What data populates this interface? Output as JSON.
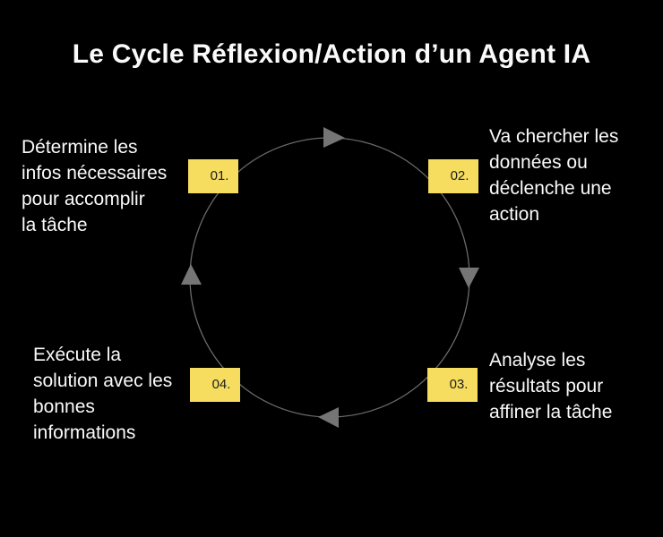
{
  "title": "Le Cycle Réflexion/Action d’un Agent IA",
  "colors": {
    "background": "#000000",
    "badge": "#F6DD60",
    "badge_text": "#1d1d1d",
    "text": "#FAFAFA",
    "circle": "#6a6a6a",
    "arrow": "#757575"
  },
  "cycle": {
    "direction": "clockwise",
    "steps": [
      {
        "number": "01.",
        "position": "top-left",
        "label_lines": [
          "Détermine les",
          "infos nécessaires",
          "pour accomplir",
          "la tâche"
        ]
      },
      {
        "number": "02.",
        "position": "top-right",
        "label_lines": [
          "Va chercher les",
          "données ou",
          "déclenche une",
          "action"
        ]
      },
      {
        "number": "03.",
        "position": "bottom-right",
        "label_lines": [
          "Analyse les",
          "résultats pour",
          "affiner la tâche"
        ]
      },
      {
        "number": "04.",
        "position": "bottom-left",
        "label_lines": [
          "Exécute la",
          "solution avec les",
          "bonnes",
          "informations"
        ]
      }
    ]
  }
}
